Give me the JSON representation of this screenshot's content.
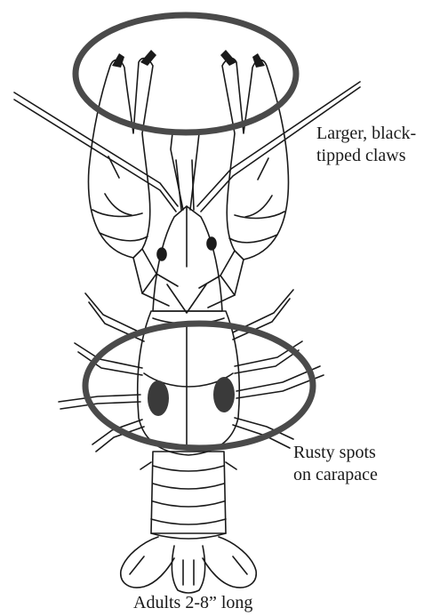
{
  "diagram": {
    "subject": "crayfish",
    "line_color": "#1a1a1a",
    "highlight_ring_color": "#4a4a4a",
    "spot_color": "#3a3a3a"
  },
  "callouts": {
    "claws": {
      "line1": "Larger, black-",
      "line2": "tipped claws"
    },
    "carapace": {
      "line1": "Rusty spots",
      "line2": "on carapace"
    },
    "size": {
      "text": "Adults 2-8” long"
    }
  }
}
